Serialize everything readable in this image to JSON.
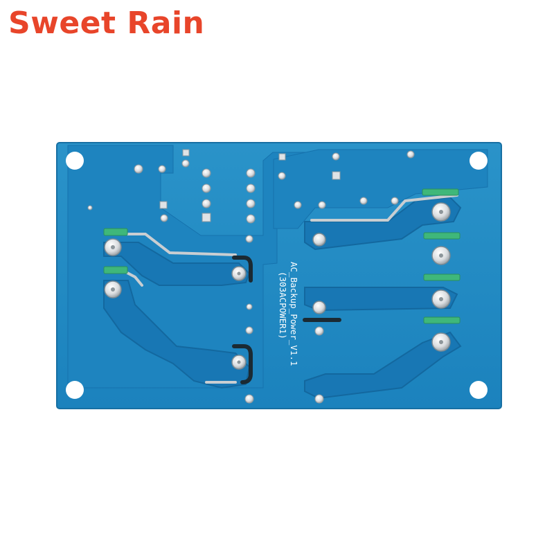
{
  "watermark": {
    "text": "Sweet Rain",
    "color": "#e8452a"
  },
  "board": {
    "silkscreen_name": "AC_Backup_Power_V1.1",
    "silkscreen_code": "(303ACPOWER1)",
    "substrate_color": "#1d86c2",
    "copper_color": "#1778b6",
    "silk_color": "#ffffff",
    "pad_color": "#e6e6e6",
    "exposed_copper_color": "#3fb77a"
  }
}
